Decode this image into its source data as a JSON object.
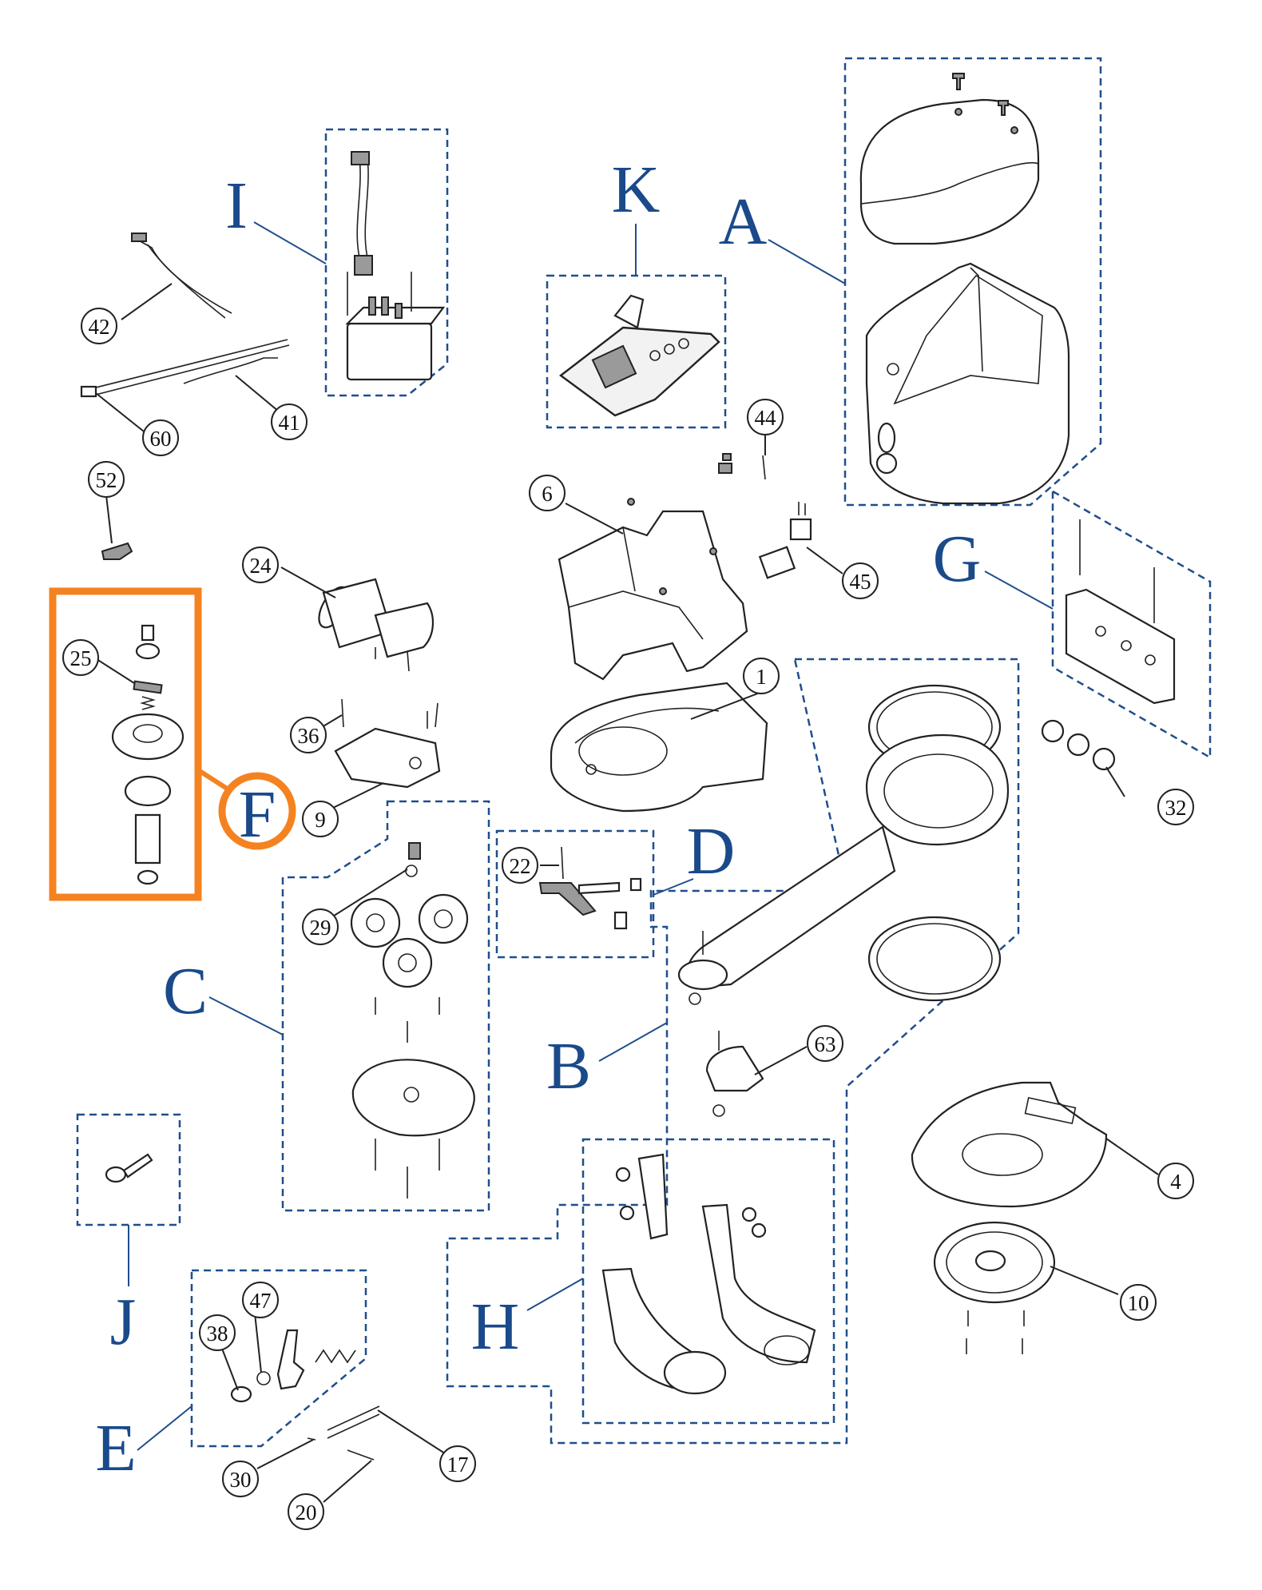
{
  "group_labels": [
    "A",
    "B",
    "C",
    "D",
    "E",
    "F",
    "G",
    "H",
    "I",
    "J",
    "K"
  ],
  "part_numbers": [
    "1",
    "4",
    "6",
    "9",
    "10",
    "17",
    "20",
    "22",
    "24",
    "25",
    "29",
    "30",
    "32",
    "36",
    "38",
    "41",
    "42",
    "44",
    "45",
    "47",
    "52",
    "60",
    "63"
  ],
  "highlight": {
    "group": "F",
    "color": "#f58220"
  },
  "colors": {
    "label_blue": "#1a4a8a",
    "outline": "#222222",
    "highlight_orange": "#f58220"
  }
}
